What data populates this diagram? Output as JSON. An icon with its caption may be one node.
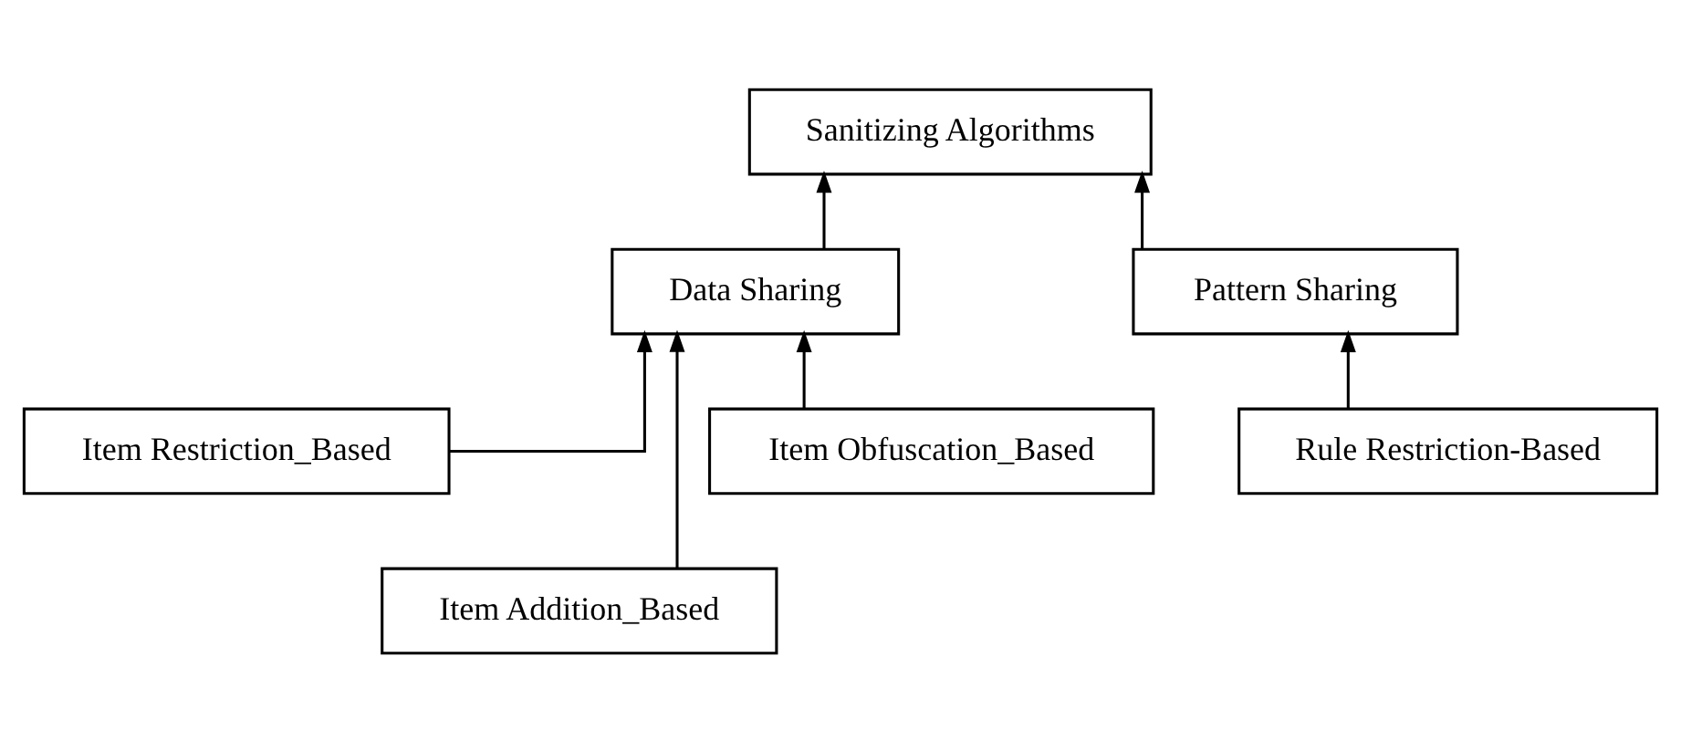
{
  "diagram": {
    "nodes": [
      {
        "text": [
          "Sanitizing Algorithms"
        ]
      },
      {
        "text": [
          "Data Sharing"
        ]
      },
      {
        "text": [
          "Pattern Sharing"
        ]
      },
      {
        "text": [
          "Item Restriction_Based"
        ]
      },
      {
        "text": [
          "Item Addition_Based"
        ]
      },
      {
        "text": [
          "Item Obfuscation_Based"
        ]
      },
      {
        "text": [
          "Rule Restriction-Based"
        ]
      }
    ],
    "edges": [
      {
        "from": 1,
        "to": 0,
        "arrow": "to"
      },
      {
        "from": 2,
        "to": 0,
        "arrow": "to"
      },
      {
        "from": 3,
        "to": 1,
        "arrow": "to"
      },
      {
        "from": 4,
        "to": 1,
        "arrow": "to"
      },
      {
        "from": 5,
        "to": 1,
        "arrow": "to"
      },
      {
        "from": 6,
        "to": 2,
        "arrow": "to"
      }
    ]
  }
}
